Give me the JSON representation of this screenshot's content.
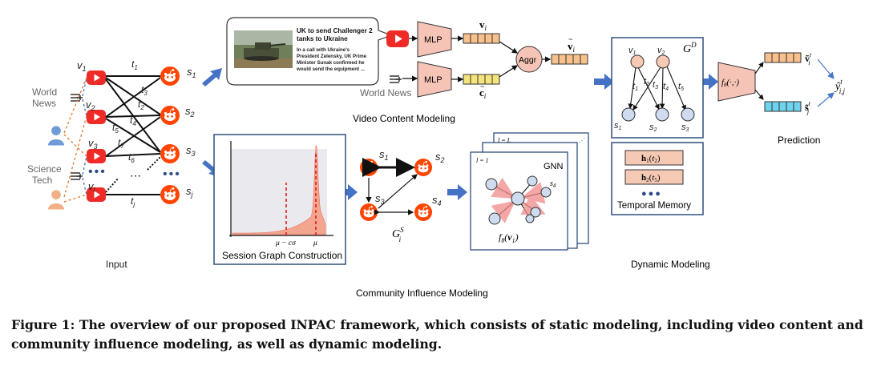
{
  "input": {
    "caption": "Input",
    "world_news": [
      "World",
      "News"
    ],
    "science_tech": [
      "Science",
      "Tech"
    ],
    "videos": [
      "v",
      "v",
      "v",
      "v"
    ],
    "video_subs": [
      "1",
      "2",
      "3",
      "i"
    ],
    "subs_s": [
      "1",
      "2",
      "3",
      "j"
    ],
    "times": [
      "1",
      "3",
      "2",
      "4",
      "5",
      "7",
      "6",
      "j"
    ],
    "ellipsis": "..."
  },
  "video_content": {
    "title": "Video Content Modeling",
    "news_headline": "UK to send Challenger 2 tanks to Ukraine",
    "news_body": "In a call with Ukraine's President Zelensky, UK Prime Minister Sunak confirmed he would send the equipment ...",
    "mlp_label": "MLP",
    "aggr_label": "Aggr",
    "world_news_label": "World News",
    "v_i": "v",
    "c_i": "c",
    "v_tilde": "v",
    "sub_i": "i"
  },
  "community": {
    "title": "Community Influence Modeling",
    "session_caption": "Session Graph Construction",
    "mu_minus": "μ − cσ",
    "mu": "μ",
    "graph_label": "G",
    "graph_sup": "S",
    "graph_sub": "i",
    "nodes": [
      "s",
      "s",
      "s",
      "s"
    ],
    "node_subs": [
      "1",
      "2",
      "3",
      "4"
    ],
    "gnn": "GNN",
    "layer_L": "l = L",
    "layer_1": "l = 1",
    "s4_label": "s",
    "s4_sub": "4",
    "f_theta_v": "fθ(v1)"
  },
  "dynamic": {
    "title": "Dynamic Modeling",
    "graph_label": "G",
    "graph_sup": "D",
    "v_nodes": [
      "v1",
      "v2"
    ],
    "t_labels": [
      "t1",
      "t2",
      "t3",
      "t4",
      "t5"
    ],
    "s_nodes": [
      "s1",
      "s2",
      "s3"
    ],
    "f_theta": "fθ(·,·)",
    "memory_title": "Temporal Memory",
    "memory_items": [
      "h1(t2)",
      "h2(t5)"
    ],
    "dots": "●●●"
  },
  "prediction": {
    "title": "Prediction",
    "v_tilde_t": "ṽ",
    "s_tilde_t": "s̃",
    "y_hat": "ŷ",
    "y_sub": "i,j",
    "sup_t": "t",
    "sub_i": "i",
    "sub_j": "j"
  },
  "colors": {
    "youtube_red": "#ef2b27",
    "reddit_orange": "#ff4500",
    "mlp_fill": "#f6c4b6",
    "vec_orange": "#f7c08c",
    "vec_yellow": "#f5e47c",
    "vec_cyan": "#6fd2ee",
    "node_blue": "#cfdcef",
    "node_peach": "#f6c9b4",
    "arrow_blue": "#4472c4",
    "box_blue": "#2f4f7f"
  },
  "caption_text": "Figure 1: The overview of our proposed INPAC framework, which consists of static modeling, including video content and community influence modeling, as well as dynamic modeling."
}
